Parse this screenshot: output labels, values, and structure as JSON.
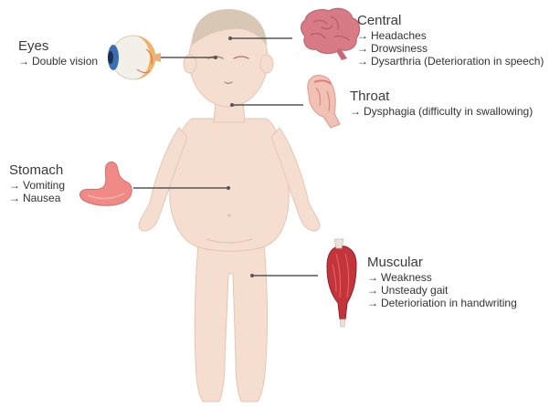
{
  "colors": {
    "skin": "#f5ded0",
    "skin_shade": "#e7c4b1",
    "hair": "#d9c7b6",
    "line": "#555555",
    "brain": "#d97b87",
    "eye_white": "#f3efe9",
    "iris": "#3a6fb0",
    "stomach": "#ef8a86",
    "muscle": "#c3353b"
  },
  "arrow_symbol": "→",
  "labels": {
    "central": {
      "title": "Central",
      "items": [
        "Headaches",
        "Drowsiness",
        "Dysarthria (Deterioration in speech)"
      ]
    },
    "eyes": {
      "title": "Eyes",
      "items": [
        "Double vision"
      ]
    },
    "throat": {
      "title": "Throat",
      "items": [
        "Dysphagia (difficulty in swallowing)"
      ]
    },
    "stomach": {
      "title": "Stomach",
      "items": [
        "Vomiting",
        "Nausea"
      ]
    },
    "muscular": {
      "title": "Muscular",
      "items": [
        "Weakness",
        "Unsteady gait",
        "Deterioriation in handwriting"
      ]
    }
  },
  "icons": {
    "body": "child-body-icon",
    "brain": "brain-icon",
    "eye": "eyeball-icon",
    "throat": "throat-icon",
    "stomach": "stomach-icon",
    "muscle": "muscle-icon"
  }
}
